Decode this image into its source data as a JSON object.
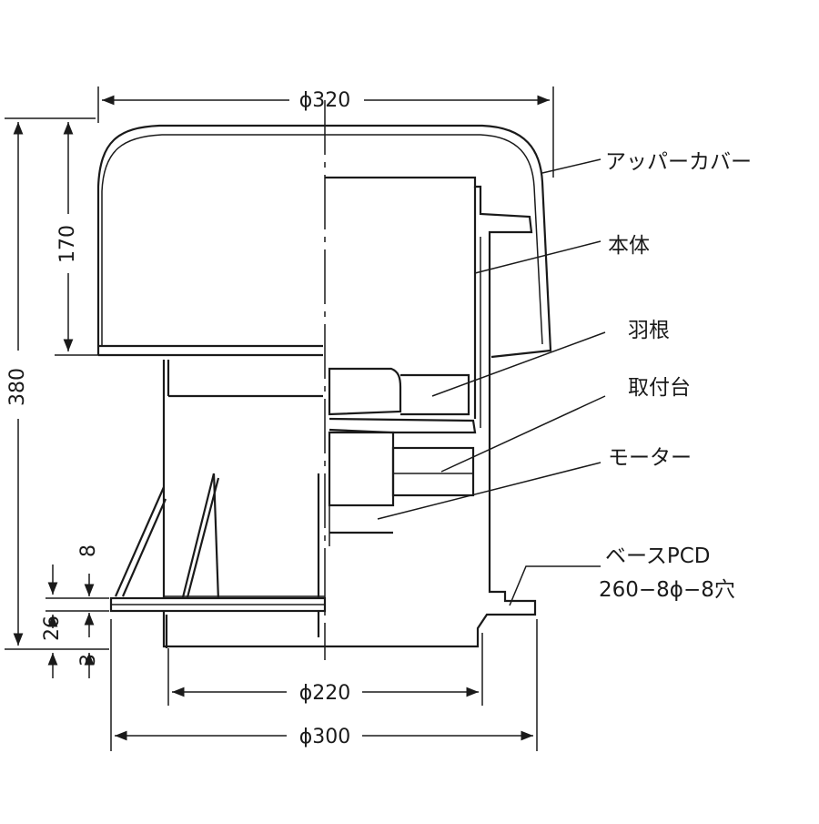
{
  "dimensions": {
    "top_width": "ϕ320",
    "total_height": "380",
    "cover_height": "170",
    "base_inner": "ϕ220",
    "base_outer": "ϕ300",
    "flange_26": "26",
    "flange_8": "8",
    "flange_3": "3"
  },
  "labels": {
    "upper_cover": "アッパーカバー",
    "body": "本体",
    "impeller": "羽根",
    "mount": "取付台",
    "motor": "モーター",
    "base_pcd_line1": "ベースPCD",
    "base_pcd_line2": "260−8ϕ−8穴"
  }
}
